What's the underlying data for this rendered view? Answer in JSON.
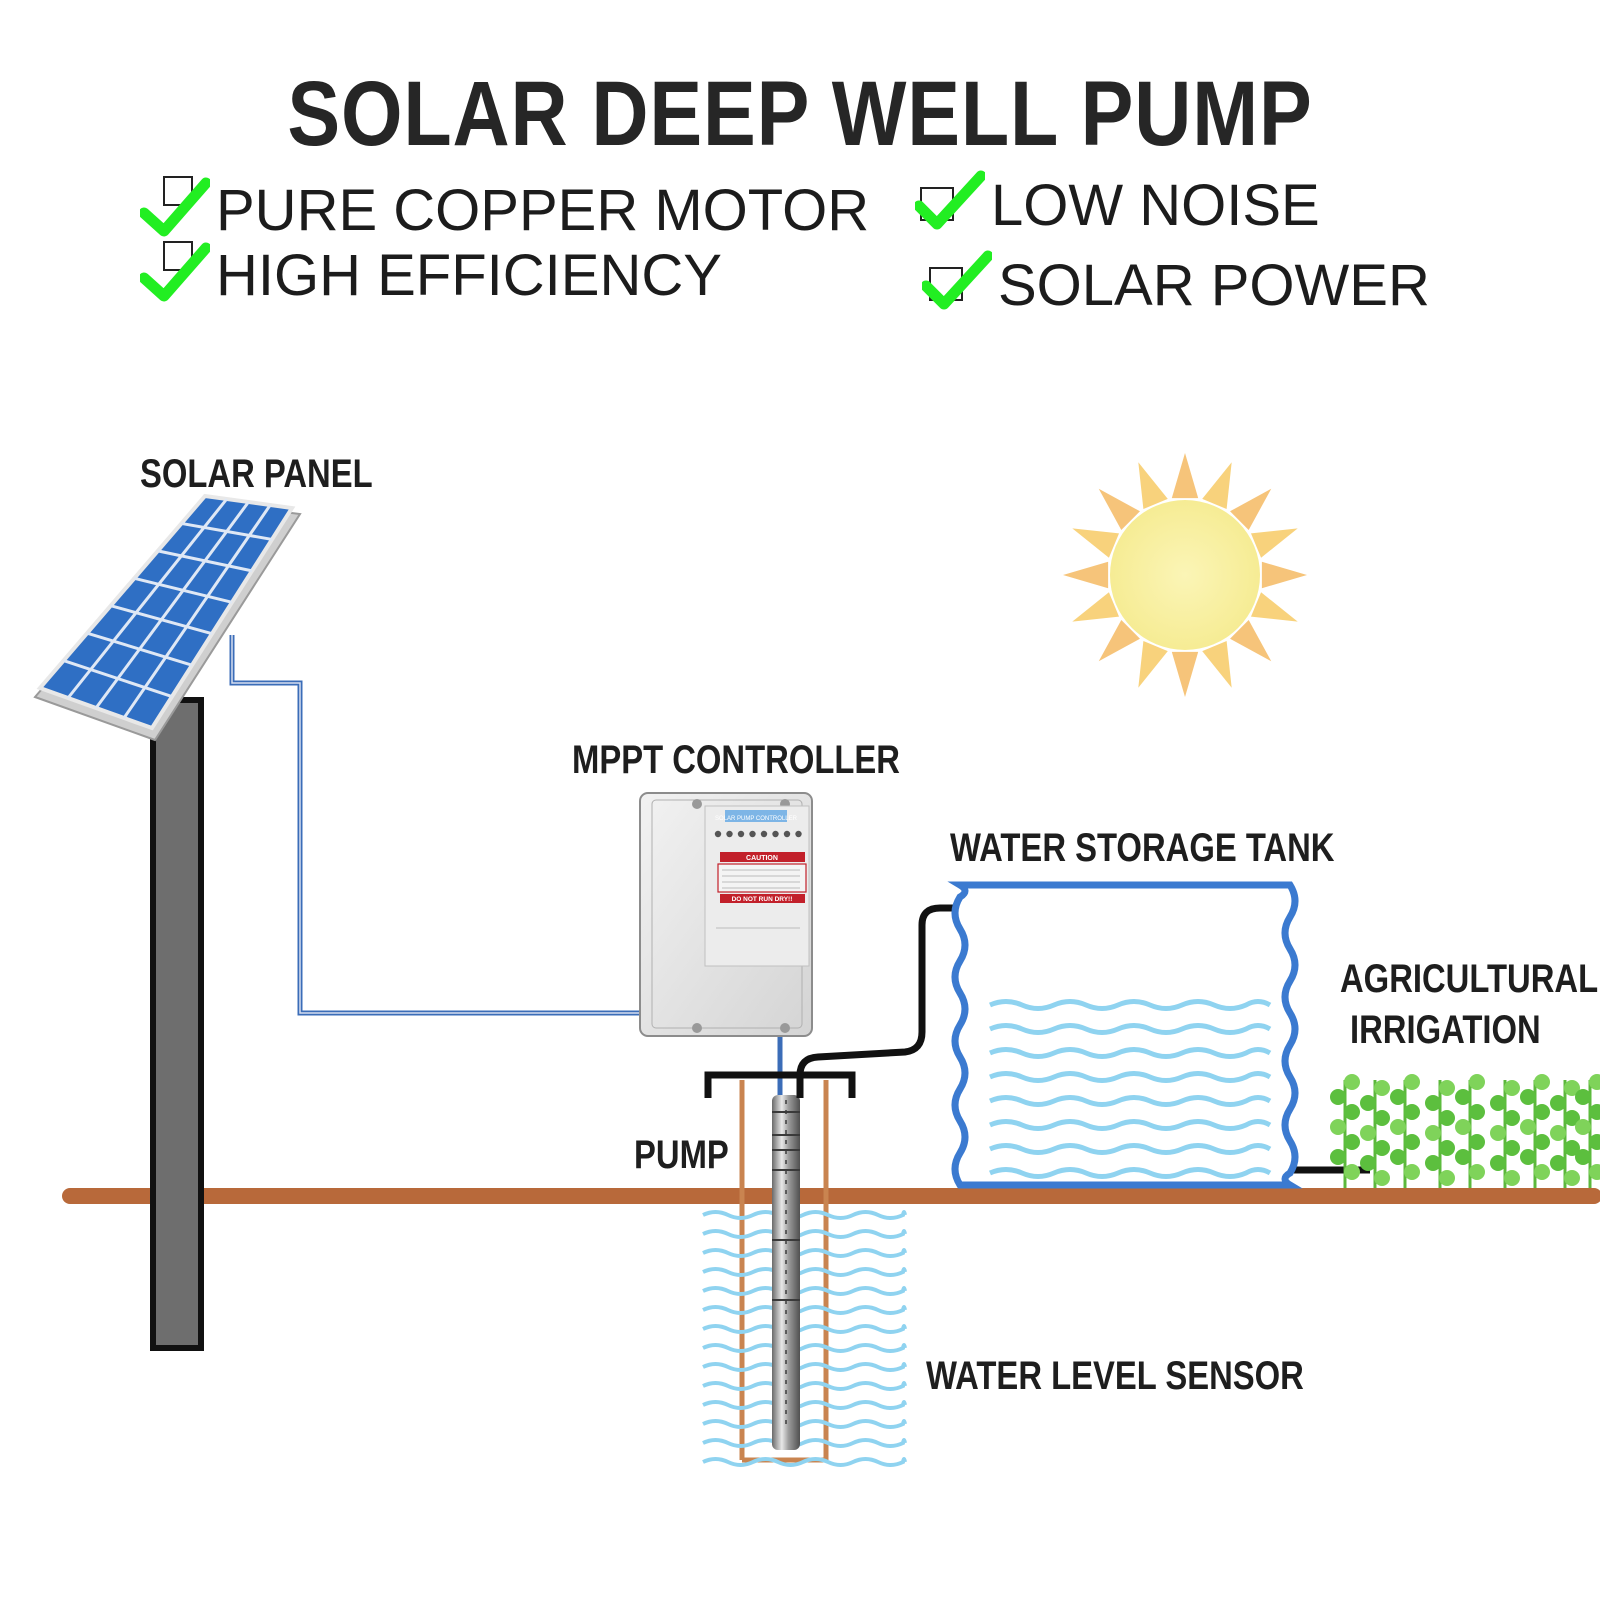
{
  "title": "SOLAR DEEP WELL PUMP",
  "features": [
    {
      "label": "PURE COPPER MOTOR",
      "checked": true
    },
    {
      "label": "HIGH EFFICIENCY",
      "checked": true
    },
    {
      "label": "LOW NOISE",
      "checked": true
    },
    {
      "label": "SOLAR POWER",
      "checked": true
    }
  ],
  "labels": {
    "solar_panel": "SOLAR PANEL",
    "mppt_controller": "MPPT CONTROLLER",
    "water_storage_tank": "WATER STORAGE TANK",
    "agricultural": "AGRICULTURAL",
    "irrigation": "IRRIGATION",
    "pump": "PUMP",
    "water_level_sensor": "WATER LEVEL SENSOR"
  },
  "controller_panel": {
    "header": "SOLAR PUMP CONTROLLER",
    "caution": "CAUTION",
    "warning": "DO NOT RUN DRY!!"
  },
  "colors": {
    "check_green": "#22ee22",
    "panel_blue": "#2f6fc4",
    "wire_blue": "#3b6db8",
    "ground_brown": "#b8693a",
    "water_blue": "#8fd3f0",
    "sun_yellow": "#f8f0a0",
    "sun_rays": "#f8c880",
    "plant_green": "#6cc94a"
  }
}
